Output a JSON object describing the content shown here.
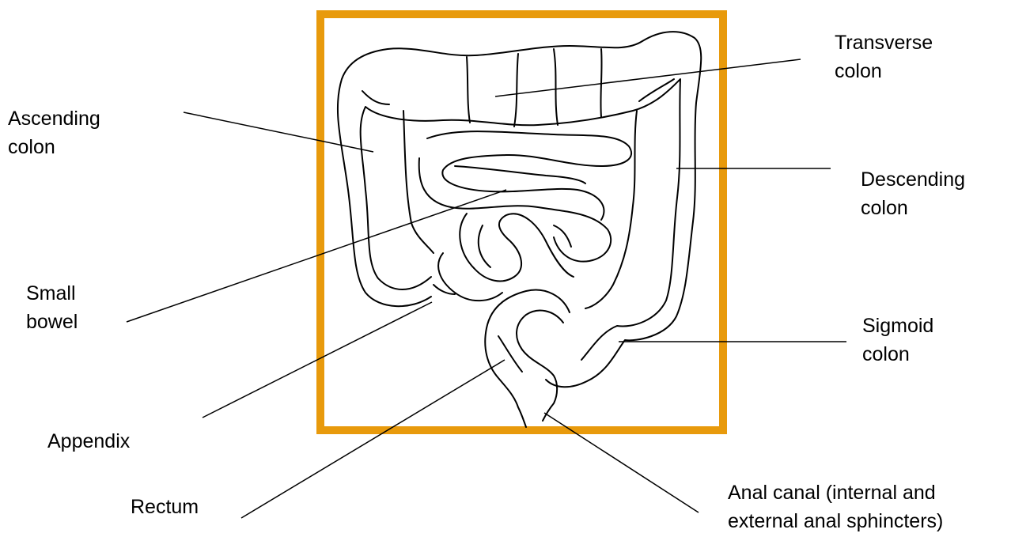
{
  "frame_color": "#E89A0C",
  "labels": {
    "transverse_colon": {
      "line1": "Transverse",
      "line2": "colon"
    },
    "ascending_colon": {
      "line1": "Ascending",
      "line2": "colon"
    },
    "descending_colon": {
      "line1": "Descending",
      "line2": "colon"
    },
    "small_bowel": {
      "line1": "Small",
      "line2": "bowel"
    },
    "sigmoid_colon": {
      "line1": "Sigmoid",
      "line2": "colon"
    },
    "appendix": {
      "line1": "Appendix"
    },
    "rectum": {
      "line1": "Rectum"
    },
    "anal_canal": {
      "line1": "Anal canal (internal and",
      "line2": "external anal sphincters)"
    }
  }
}
